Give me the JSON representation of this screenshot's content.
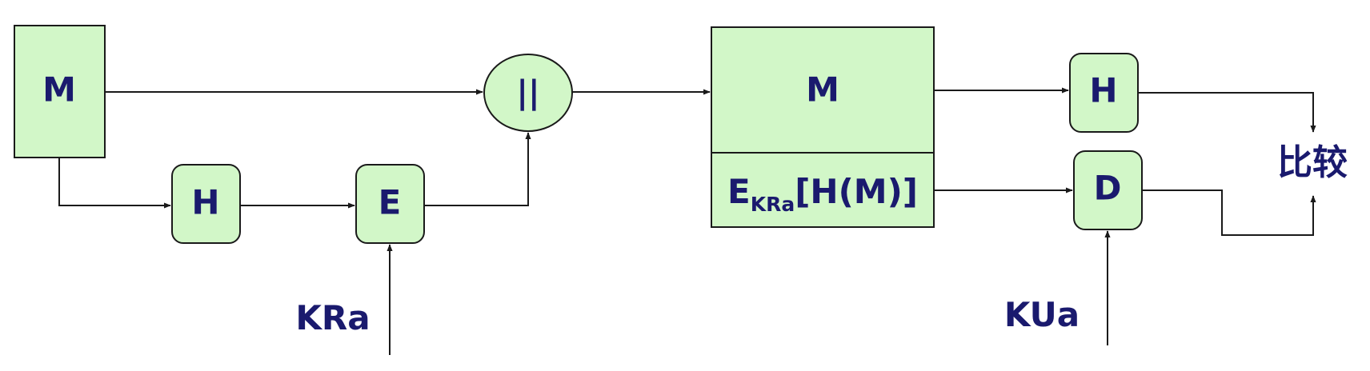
{
  "colors": {
    "box_fill": "#d2f7c8",
    "stroke": "#1a1a1a",
    "text": "#1a1a6e"
  },
  "sender": {
    "message": "M",
    "hash": "H",
    "encrypt": "E",
    "concat": "||",
    "key_label": "KRa"
  },
  "packet": {
    "message": "M",
    "signature_main": "E",
    "signature_sub": "KRa",
    "signature_tail": "[H(M)]"
  },
  "receiver": {
    "hash": "H",
    "decrypt": "D",
    "key_label": "KUa",
    "compare": "比较"
  }
}
